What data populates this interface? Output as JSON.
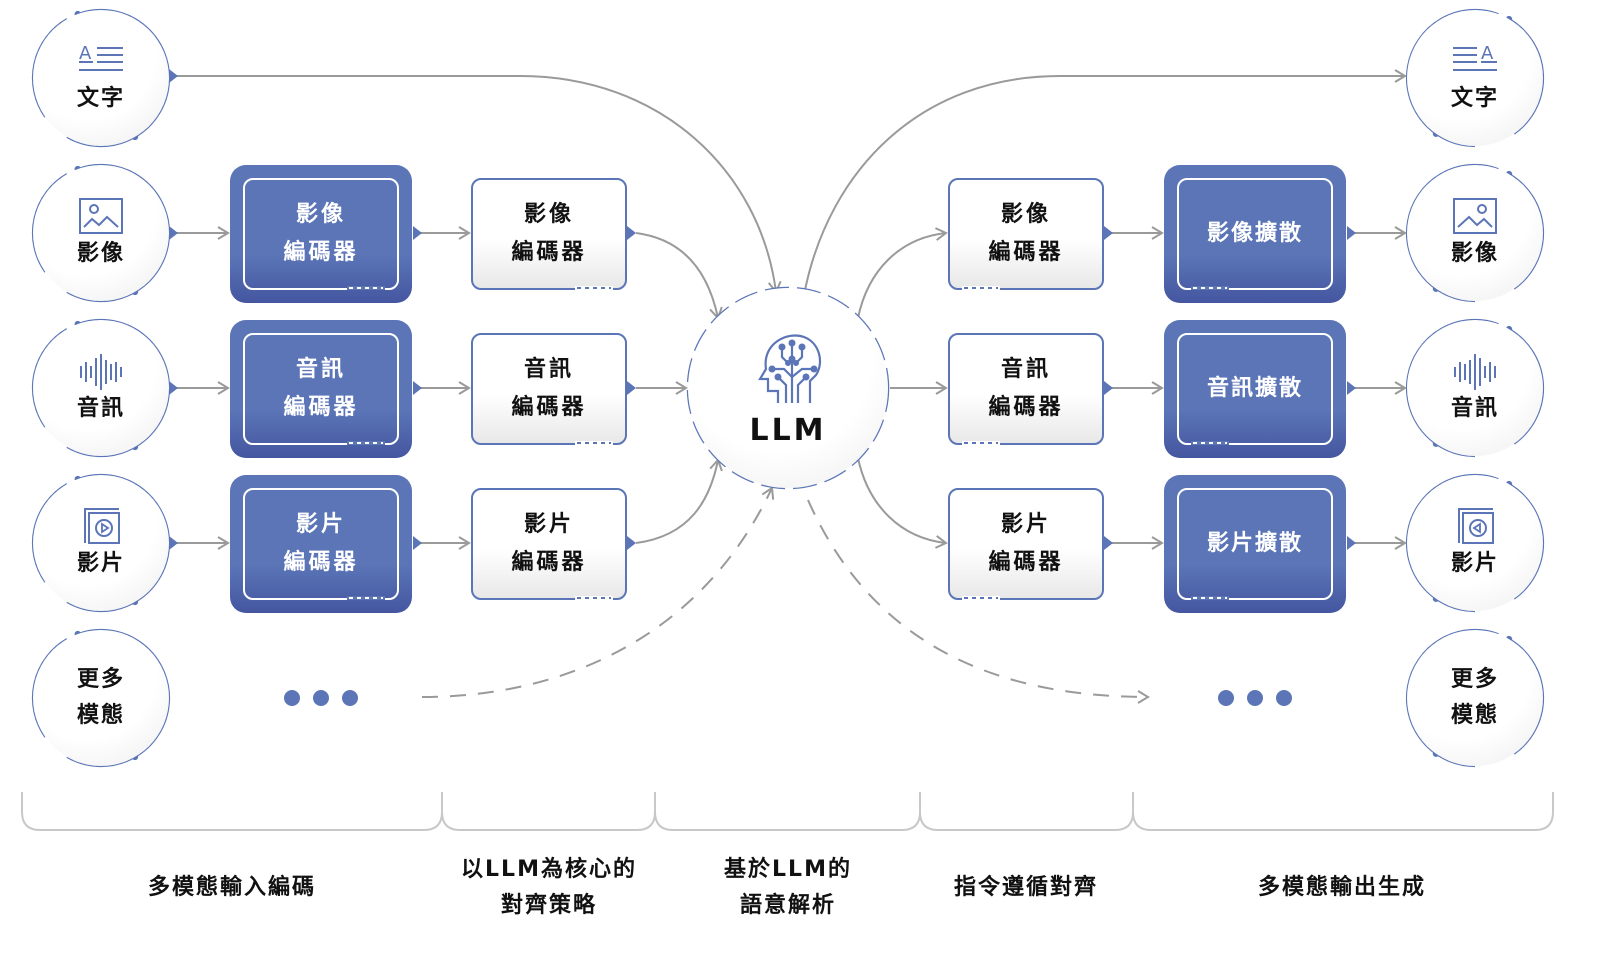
{
  "colors": {
    "accent": "#5b75b7",
    "accent_dark": "#4456a0",
    "connector": "#9a9a9a",
    "bracket": "#c8c8c8",
    "text": "#111111"
  },
  "inputs": [
    {
      "label": "文字",
      "icon": "text-icon"
    },
    {
      "label": "影像",
      "icon": "image-icon"
    },
    {
      "label": "音訊",
      "icon": "audio-waveform-icon"
    },
    {
      "label": "影片",
      "icon": "video-play-icon"
    },
    {
      "label": "更多\n模態",
      "label_line1": "更多",
      "label_line2": "模態",
      "icon": ""
    }
  ],
  "input_encoders": [
    {
      "line1": "影像",
      "line2": "編碼器"
    },
    {
      "line1": "音訊",
      "line2": "編碼器"
    },
    {
      "line1": "影片",
      "line2": "編碼器"
    }
  ],
  "aligned_encoders": [
    {
      "line1": "影像",
      "line2": "編碼器"
    },
    {
      "line1": "音訊",
      "line2": "編碼器"
    },
    {
      "line1": "影片",
      "line2": "編碼器"
    }
  ],
  "core": {
    "label": "LLM",
    "icon": "brain-circuit-icon"
  },
  "output_encoders": [
    {
      "line1": "影像",
      "line2": "編碼器"
    },
    {
      "line1": "音訊",
      "line2": "編碼器"
    },
    {
      "line1": "影片",
      "line2": "編碼器"
    }
  ],
  "diffusers": [
    {
      "label": "影像擴散"
    },
    {
      "label": "音訊擴散"
    },
    {
      "label": "影片擴散"
    }
  ],
  "outputs": [
    {
      "label": "文字",
      "icon": "text-icon"
    },
    {
      "label": "影像",
      "icon": "image-icon"
    },
    {
      "label": "音訊",
      "icon": "audio-waveform-icon"
    },
    {
      "label": "影片",
      "icon": "video-play-icon"
    },
    {
      "label_line1": "更多",
      "label_line2": "模態",
      "icon": ""
    }
  ],
  "stages": [
    {
      "line1": "多模態輸入編碼",
      "line2": ""
    },
    {
      "line1": "以LLM為核心的",
      "line2": "對齊策略"
    },
    {
      "line1": "基於LLM的",
      "line2": "語意解析"
    },
    {
      "line1": "指令遵循對齊",
      "line2": ""
    },
    {
      "line1": "多模態輸出生成",
      "line2": ""
    }
  ]
}
